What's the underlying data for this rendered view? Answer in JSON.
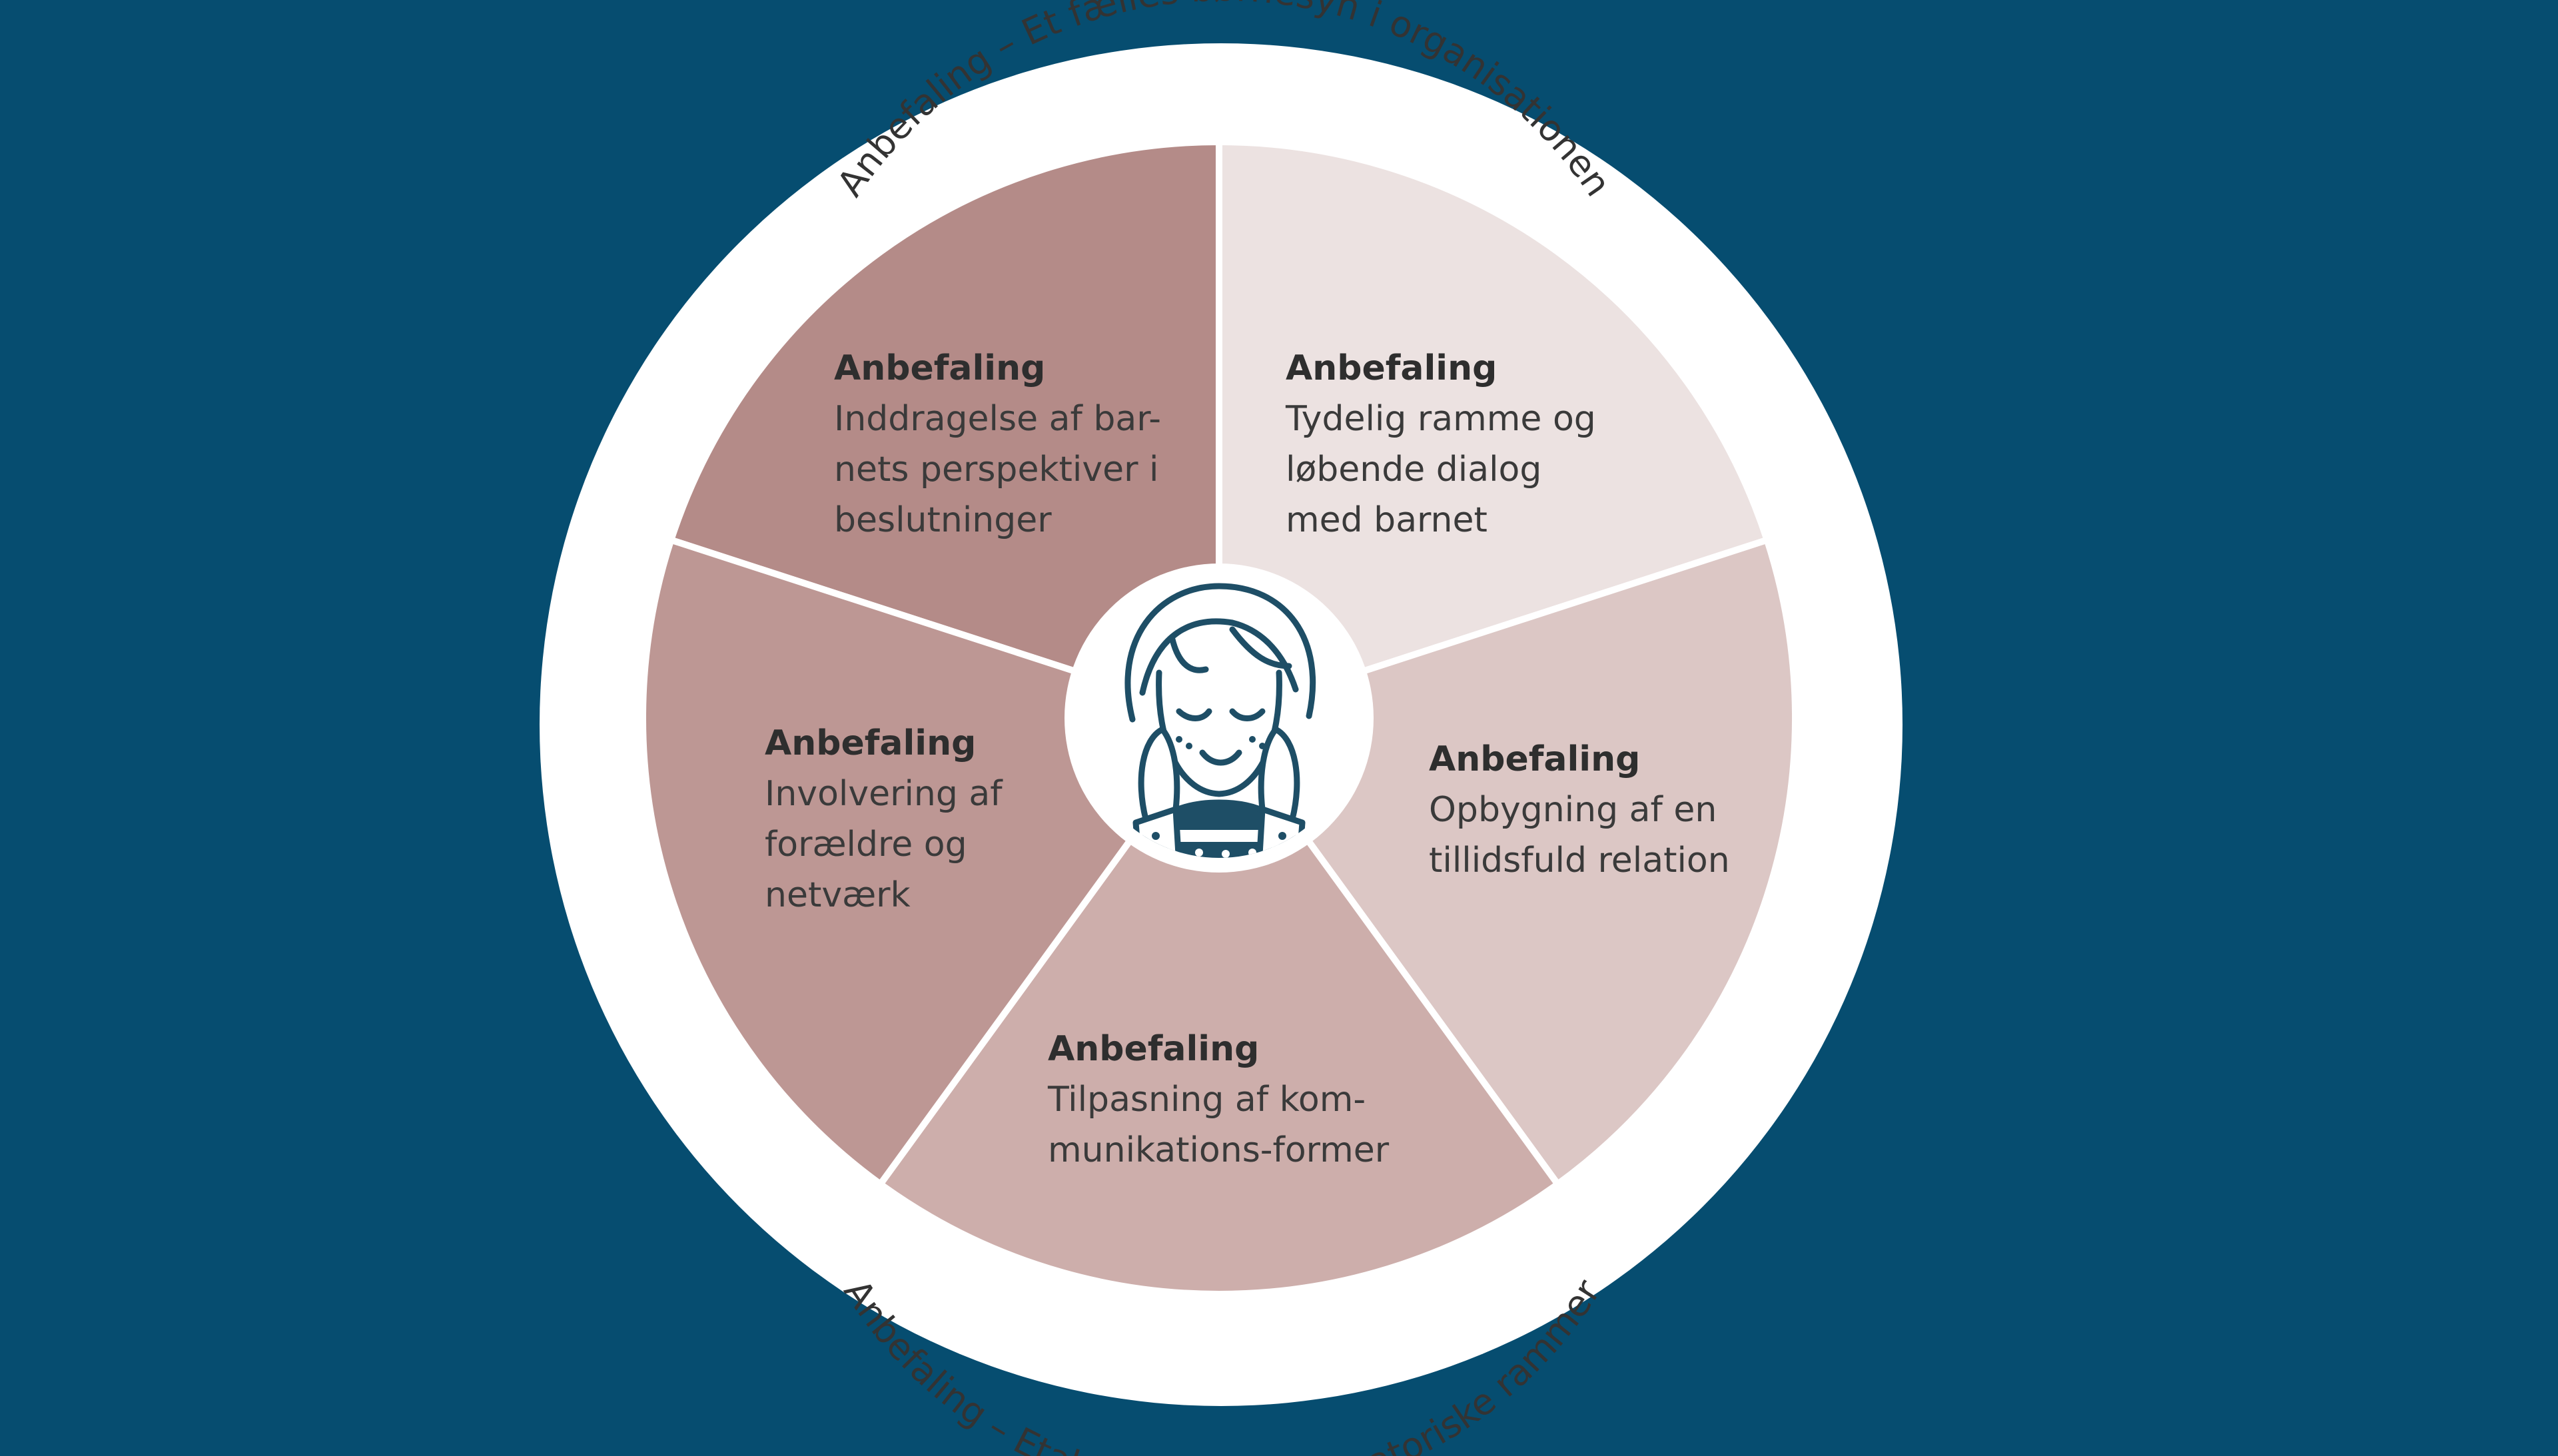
{
  "diagram": {
    "outer_ring": {
      "top_label": "Anbefaling – Et fælles børnesyn i organisationen",
      "bottom_label": "Anbefaling – Etablering af organisatoriske rammer"
    },
    "segments": [
      {
        "id": "top-left",
        "heading": "Anbefaling",
        "lines": [
          "Inddragelse af bar-",
          "nets perspektiver i",
          "beslutninger"
        ],
        "color": "#b48b88"
      },
      {
        "id": "top-right",
        "heading": "Anbefaling",
        "lines": [
          "Tydelig ramme og",
          "løbende dialog",
          "med barnet"
        ],
        "color": "#ece2e1"
      },
      {
        "id": "right",
        "heading": "Anbefaling",
        "lines": [
          "Opbygning af en",
          "tillidsfuld relation"
        ],
        "color": "#dcc7c5"
      },
      {
        "id": "bottom",
        "heading": "Anbefaling",
        "lines": [
          "Tilpasning af kom-",
          "munikations-former"
        ],
        "color": "#cdaeab"
      },
      {
        "id": "left",
        "heading": "Anbefaling",
        "lines": [
          "Involvering af",
          "forældre og",
          "netværk"
        ],
        "color": "#bd9794"
      }
    ],
    "center_icon": "girl-face-hands-on-cheeks-icon",
    "colors": {
      "background": "#064d70",
      "ring": "#ffffff",
      "text": "#333333",
      "illustration_line": "#1e4e66"
    }
  }
}
